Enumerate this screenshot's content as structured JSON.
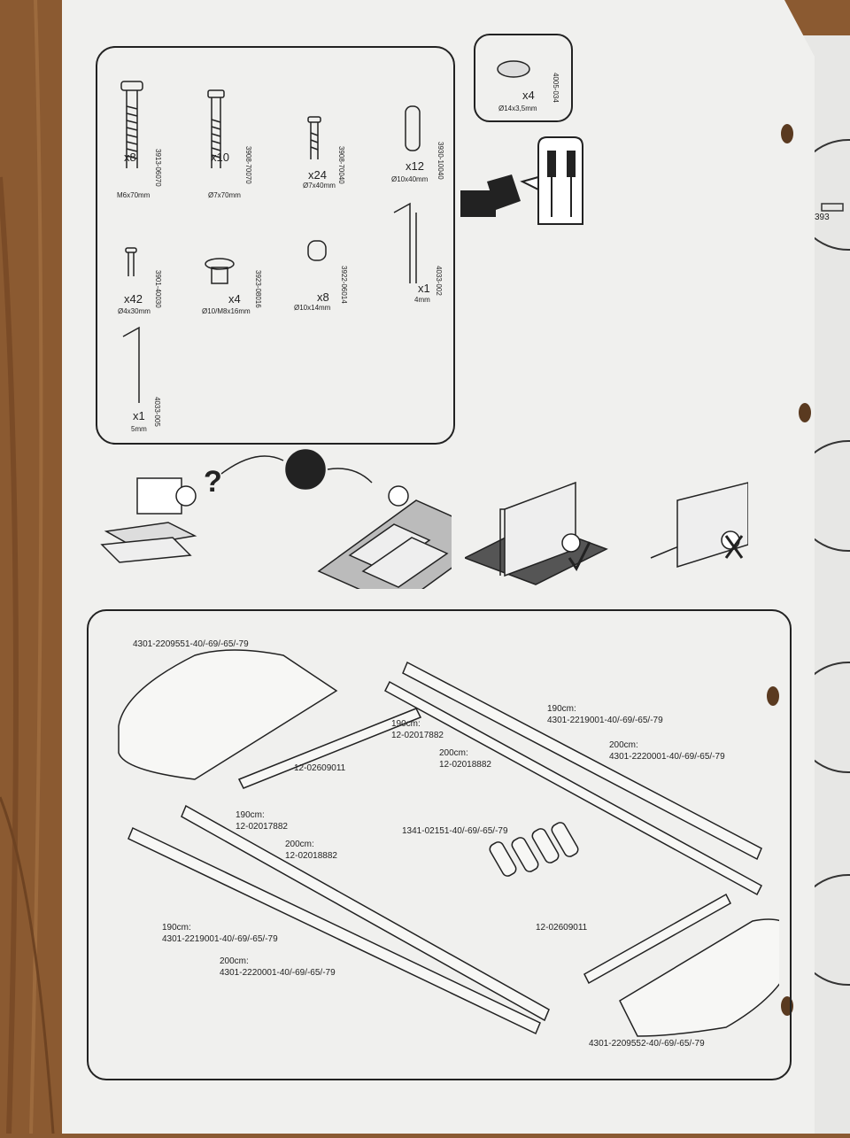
{
  "hardware": [
    {
      "qty": "x8",
      "size": "M6x70mm",
      "code": "3913-06070"
    },
    {
      "qty": "x10",
      "size": "Ø7x70mm",
      "code": "3908-70070"
    },
    {
      "qty": "x24",
      "size": "Ø7x40mm",
      "code": "3908-70040"
    },
    {
      "qty": "x12",
      "size": "Ø10x40mm",
      "code": "3930-10040"
    },
    {
      "qty": "x42",
      "size": "Ø4x30mm",
      "code": "3901-40030"
    },
    {
      "qty": "x4",
      "size": "Ø10/M8x16mm",
      "code": "3923-08016"
    },
    {
      "qty": "x8",
      "size": "Ø10x14mm",
      "code": "3922-06014"
    },
    {
      "qty": "x1",
      "size": "4mm",
      "code": "4033-002"
    },
    {
      "qty": "x1",
      "size": "5mm",
      "code": "4033-005"
    }
  ],
  "pad": {
    "qty": "x4",
    "size": "Ø14x3,5mm",
    "code": "4005-034"
  },
  "parts": {
    "top_board": "4301-2209551-40/-69/-65/-79",
    "slat_a": "12-02609011",
    "mid_190_label": "190cm:",
    "mid_190_code": "12-02017882",
    "mid_200_label": "200cm:",
    "mid_200_code": "12-02018882",
    "right_190_label": "190cm:",
    "right_190_code": "4301-2219001-40/-69/-65/-79",
    "right_200_label": "200cm:",
    "right_200_code": "4301-2220001-40/-69/-65/-79",
    "left_mid_190_label": "190cm:",
    "left_mid_190_code": "12-02017882",
    "left_mid_200_label": "200cm:",
    "left_mid_200_code": "12-02018882",
    "legs_code": "1341-02151-40/-69/-65/-79",
    "left_190_label": "190cm:",
    "left_190_code": "4301-2219001-40/-69/-65/-79",
    "left_200_label": "200cm:",
    "left_200_code": "4301-2220001-40/-69/-65/-79",
    "slat_b": "12-02609011",
    "bottom_board": "4301-2209552-40/-69/-65/-79"
  },
  "side_page_code": "393"
}
